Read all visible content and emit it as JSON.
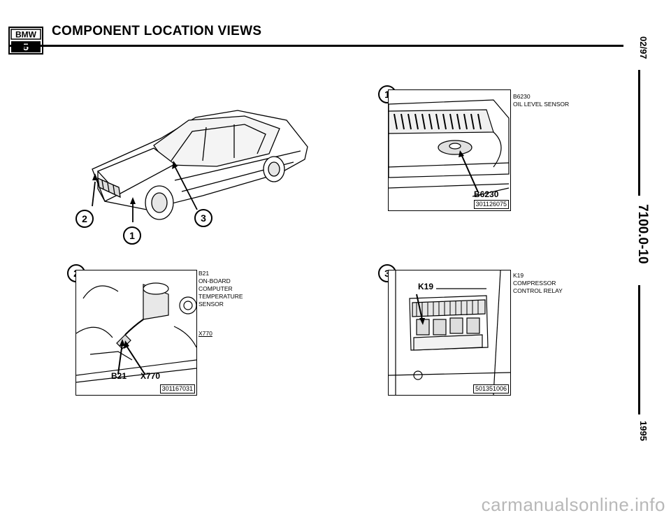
{
  "header": {
    "logo_top": "BMW",
    "logo_bottom": "5",
    "title": "COMPONENT LOCATION VIEWS"
  },
  "side": {
    "date": "02/97",
    "section": "7100.0-10",
    "year": "1995"
  },
  "overview": {
    "callouts": [
      "2",
      "1",
      "3"
    ]
  },
  "views": [
    {
      "callout": "1",
      "component_code": "B6230",
      "component_name": "OIL LEVEL SENSOR",
      "image_labels": [
        "B6230"
      ],
      "ref_number": "301126075"
    },
    {
      "callout": "2",
      "component_code": "B21",
      "component_name_lines": [
        "ON-BOARD",
        "COMPUTER",
        "TEMPERATURE",
        "SENSOR"
      ],
      "connector_code": "X770",
      "image_labels": [
        "B21",
        "X770"
      ],
      "ref_number": "301167031"
    },
    {
      "callout": "3",
      "component_code": "K19",
      "component_name_lines": [
        "COMPRESSOR",
        "CONTROL RELAY"
      ],
      "image_labels": [
        "K19"
      ],
      "ref_number": "501351006"
    }
  ],
  "watermark": "carmanualsonline.info"
}
